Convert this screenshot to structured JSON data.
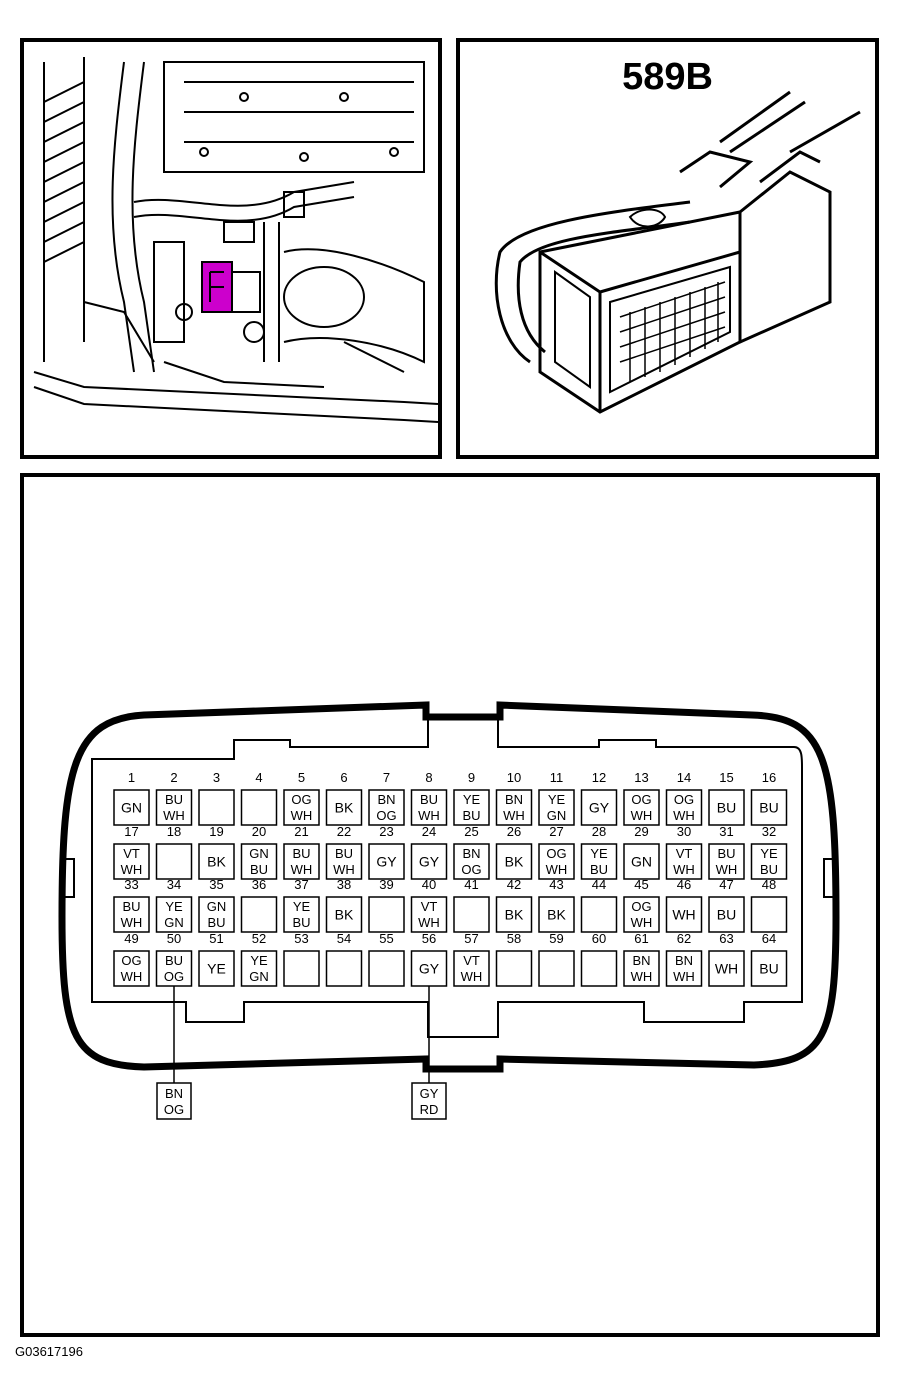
{
  "connector": {
    "id": "589B",
    "figure_id": "G03617196",
    "highlight_color": "#cc00cc",
    "pins": [
      {
        "n": "1",
        "c": [
          "GN"
        ]
      },
      {
        "n": "2",
        "c": [
          "BU",
          "WH"
        ]
      },
      {
        "n": "3",
        "c": []
      },
      {
        "n": "4",
        "c": []
      },
      {
        "n": "5",
        "c": [
          "OG",
          "WH"
        ]
      },
      {
        "n": "6",
        "c": [
          "BK"
        ]
      },
      {
        "n": "7",
        "c": [
          "BN",
          "OG"
        ]
      },
      {
        "n": "8",
        "c": [
          "BU",
          "WH"
        ]
      },
      {
        "n": "9",
        "c": [
          "YE",
          "BU"
        ]
      },
      {
        "n": "10",
        "c": [
          "BN",
          "WH"
        ]
      },
      {
        "n": "11",
        "c": [
          "YE",
          "GN"
        ]
      },
      {
        "n": "12",
        "c": [
          "GY"
        ]
      },
      {
        "n": "13",
        "c": [
          "OG",
          "WH"
        ]
      },
      {
        "n": "14",
        "c": [
          "OG",
          "WH"
        ]
      },
      {
        "n": "15",
        "c": [
          "BU"
        ]
      },
      {
        "n": "16",
        "c": [
          "BU"
        ]
      },
      {
        "n": "17",
        "c": [
          "VT",
          "WH"
        ]
      },
      {
        "n": "18",
        "c": []
      },
      {
        "n": "19",
        "c": [
          "BK"
        ]
      },
      {
        "n": "20",
        "c": [
          "GN",
          "BU"
        ]
      },
      {
        "n": "21",
        "c": [
          "BU",
          "WH"
        ]
      },
      {
        "n": "22",
        "c": [
          "BU",
          "WH"
        ]
      },
      {
        "n": "23",
        "c": [
          "GY"
        ]
      },
      {
        "n": "24",
        "c": [
          "GY"
        ]
      },
      {
        "n": "25",
        "c": [
          "BN",
          "OG"
        ]
      },
      {
        "n": "26",
        "c": [
          "BK"
        ]
      },
      {
        "n": "27",
        "c": [
          "OG",
          "WH"
        ]
      },
      {
        "n": "28",
        "c": [
          "YE",
          "BU"
        ]
      },
      {
        "n": "29",
        "c": [
          "GN"
        ]
      },
      {
        "n": "30",
        "c": [
          "VT",
          "WH"
        ]
      },
      {
        "n": "31",
        "c": [
          "BU",
          "WH"
        ]
      },
      {
        "n": "32",
        "c": [
          "YE",
          "BU"
        ]
      },
      {
        "n": "33",
        "c": [
          "BU",
          "WH"
        ]
      },
      {
        "n": "34",
        "c": [
          "YE",
          "GN"
        ]
      },
      {
        "n": "35",
        "c": [
          "GN",
          "BU"
        ]
      },
      {
        "n": "36",
        "c": []
      },
      {
        "n": "37",
        "c": [
          "YE",
          "BU"
        ]
      },
      {
        "n": "38",
        "c": [
          "BK"
        ]
      },
      {
        "n": "39",
        "c": []
      },
      {
        "n": "40",
        "c": [
          "VT",
          "WH"
        ]
      },
      {
        "n": "41",
        "c": []
      },
      {
        "n": "42",
        "c": [
          "BK"
        ]
      },
      {
        "n": "43",
        "c": [
          "BK"
        ]
      },
      {
        "n": "44",
        "c": []
      },
      {
        "n": "45",
        "c": [
          "OG",
          "WH"
        ]
      },
      {
        "n": "46",
        "c": [
          "WH"
        ]
      },
      {
        "n": "47",
        "c": [
          "BU"
        ]
      },
      {
        "n": "48",
        "c": []
      },
      {
        "n": "49",
        "c": [
          "OG",
          "WH"
        ]
      },
      {
        "n": "50",
        "c": [
          "BU",
          "OG"
        ]
      },
      {
        "n": "51",
        "c": [
          "YE"
        ]
      },
      {
        "n": "52",
        "c": [
          "YE",
          "GN"
        ]
      },
      {
        "n": "53",
        "c": []
      },
      {
        "n": "54",
        "c": []
      },
      {
        "n": "55",
        "c": []
      },
      {
        "n": "56",
        "c": [
          "GY"
        ]
      },
      {
        "n": "57",
        "c": [
          "VT",
          "WH"
        ]
      },
      {
        "n": "58",
        "c": []
      },
      {
        "n": "59",
        "c": []
      },
      {
        "n": "60",
        "c": []
      },
      {
        "n": "61",
        "c": [
          "BN",
          "WH"
        ]
      },
      {
        "n": "62",
        "c": [
          "BN",
          "WH"
        ]
      },
      {
        "n": "63",
        "c": [
          "WH"
        ]
      },
      {
        "n": "64",
        "c": [
          "BU"
        ]
      }
    ],
    "callouts": [
      {
        "pin": "50",
        "c": [
          "BN",
          "OG"
        ]
      },
      {
        "pin": "56",
        "c": [
          "GY",
          "RD"
        ]
      }
    ]
  }
}
